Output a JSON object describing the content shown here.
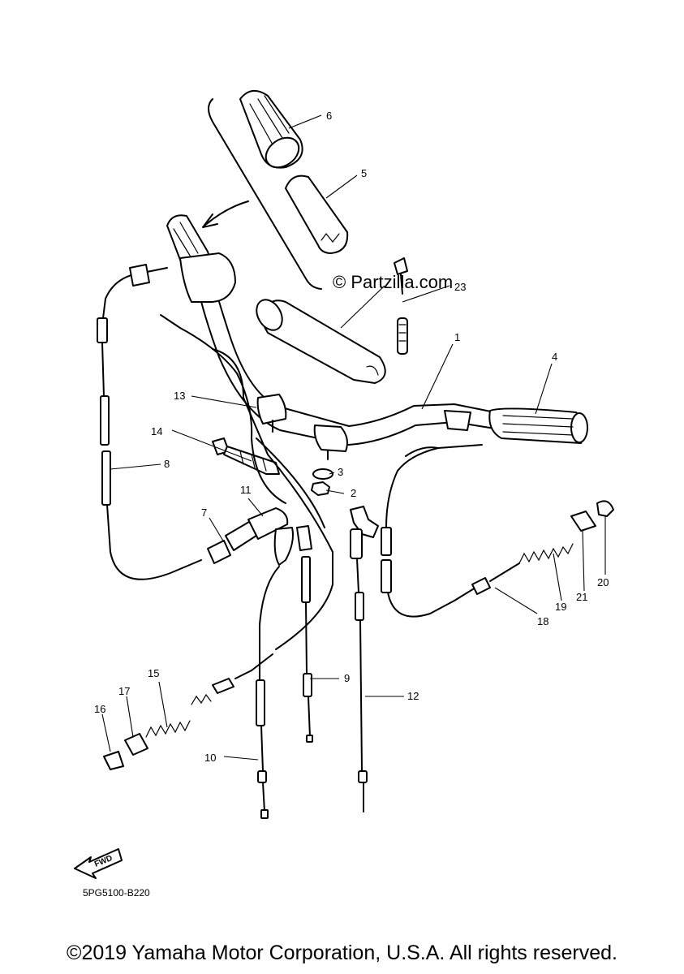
{
  "diagram": {
    "watermark": "© Partzilla.com",
    "part_code": "5PG5100-B220",
    "fwd_label": "FWD",
    "callouts": {
      "c1": "1",
      "c2": "2",
      "c3": "3",
      "c4": "4",
      "c5": "5",
      "c6": "6",
      "c7": "7",
      "c8": "8",
      "c9": "9",
      "c10": "10",
      "c11": "11",
      "c12": "12",
      "c13": "13",
      "c14": "14",
      "c15": "15",
      "c16": "16",
      "c17": "17",
      "c18": "18",
      "c19": "19",
      "c20": "20",
      "c21": "21",
      "c23": "23"
    }
  },
  "footer": {
    "copyright": "©2019 Yamaha Motor Corporation, U.S.A. All rights reserved."
  }
}
